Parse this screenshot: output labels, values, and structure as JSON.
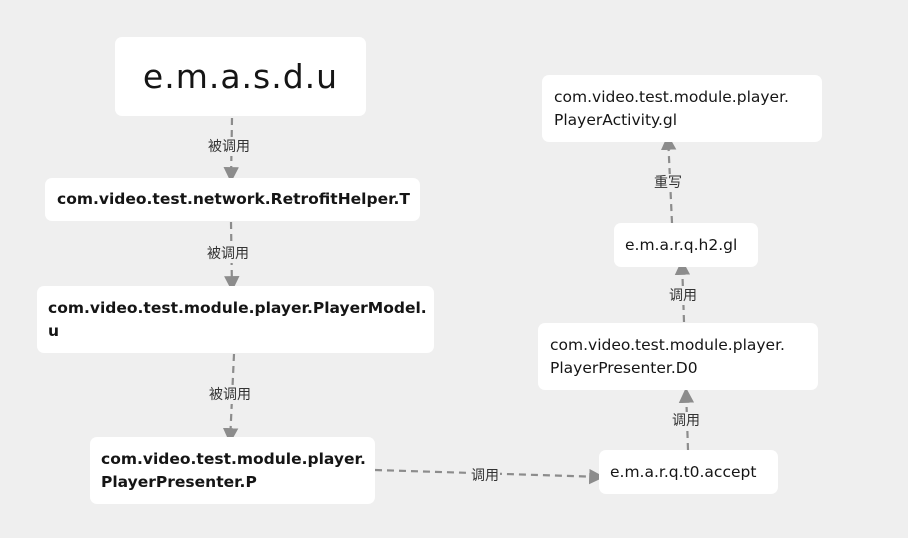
{
  "nodes": {
    "n1": "e.m.a.s.d.u",
    "n2": "com.video.test.network.RetrofitHelper.T",
    "n3": "com.video.test.module.player.PlayerModel.\nu",
    "n4": "com.video.test.module.player.\nPlayerPresenter.P",
    "n5": "e.m.a.r.q.t0.accept",
    "n6": "com.video.test.module.player.\nPlayerPresenter.D0",
    "n7": "e.m.a.r.q.h2.gl",
    "n8": "com.video.test.module.player.\nPlayerActivity.gl"
  },
  "edges": {
    "e1": "被调用",
    "e2": "被调用",
    "e3": "被调用",
    "e4": "调用",
    "e5": "调用",
    "e6": "调用",
    "e7": "重写"
  },
  "colors": {
    "background": "#efefef",
    "node_fill": "#ffffff",
    "edge": "#8c8c8c",
    "text": "#151515"
  }
}
